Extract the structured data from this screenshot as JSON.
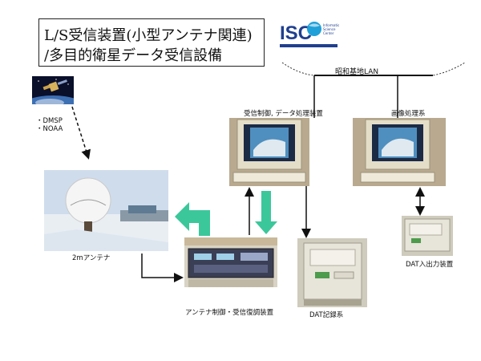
{
  "title": {
    "line1": "L/S受信装置(小型アンテナ関連)",
    "line2": "/多目的衛星データ受信設備"
  },
  "logo": {
    "letters": "ISC",
    "subtext": "Information Science Center"
  },
  "satellites": [
    "・DMSP",
    "・NOAA"
  ],
  "network": {
    "label": "昭和基地LAN"
  },
  "captions": {
    "antenna": "2mアンテナ",
    "control_unit": "アンテナ制御・受信復調装置",
    "receive_pc": "受信制御, データ処理装置",
    "image_pc": "画像処理系",
    "dat_recorder": "DAT記録系",
    "dat_io": "DAT入出力装置"
  },
  "colors": {
    "green_arrow": "#3cc79b",
    "arrow": "#111111"
  }
}
